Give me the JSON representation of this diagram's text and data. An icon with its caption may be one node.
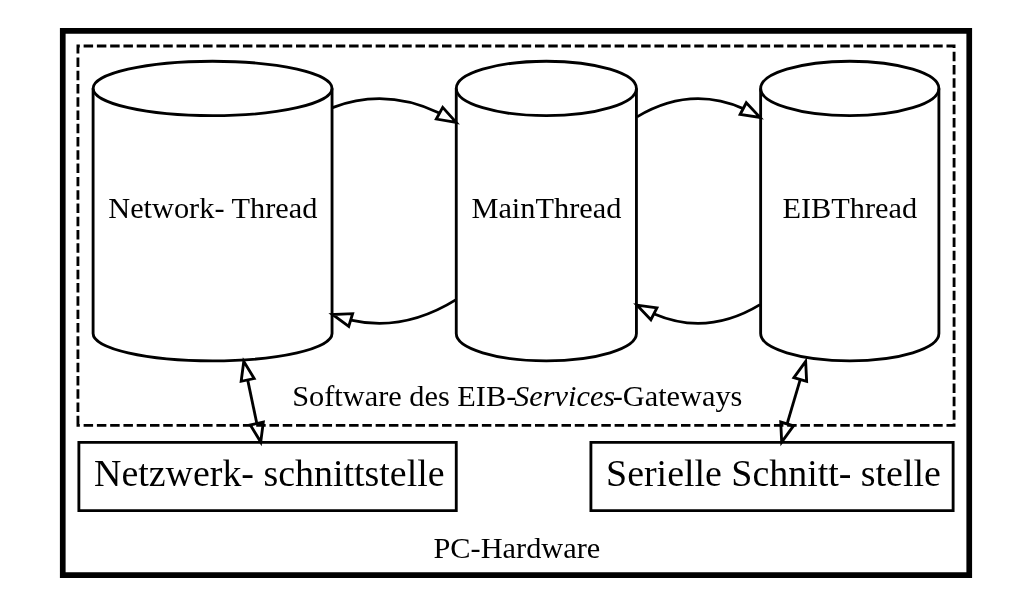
{
  "diagram": {
    "nodes": [
      {
        "text": [
          "PC-Hardware"
        ]
      },
      {
        "text": [
          "Software des EIB-*Services*-Gateways"
        ],
        "in": 0
      },
      {
        "text": [
          "EIBThread"
        ],
        "in": 1
      },
      {
        "text": [
          "MainThread"
        ],
        "in": 1
      },
      {
        "text": [
          "Network- Thread"
        ],
        "in": 1
      },
      {
        "text": [
          "Serielle Schnitt- stelle"
        ],
        "in": 0
      },
      {
        "text": [
          "Netzwerk- schnittstelle"
        ],
        "in": 0
      }
    ],
    "edges": [
      {
        "from": 2,
        "to": 3,
        "arrow": "to"
      },
      {
        "from": 3,
        "to": 2,
        "arrow": "to"
      },
      {
        "from": 3,
        "to": 4,
        "arrow": "to"
      },
      {
        "from": 4,
        "to": 3,
        "arrow": "to"
      },
      {
        "from": 2,
        "to": 5,
        "arrow": "both"
      },
      {
        "from": 4,
        "to": 6,
        "arrow": "both"
      }
    ]
  }
}
